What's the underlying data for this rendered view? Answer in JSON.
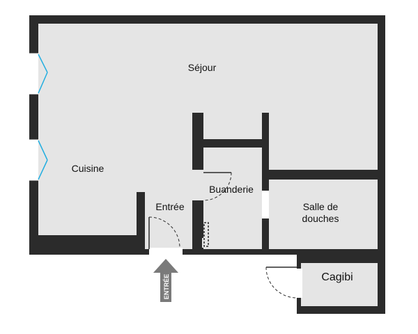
{
  "rooms": {
    "sejour": "Séjour",
    "cuisine": "Cuisine",
    "entree": "Entrée",
    "buanderie": "Buanderie",
    "salle_de_douches_line1": "Salle de",
    "salle_de_douches_line2": "douches",
    "cagibi": "Cagibi"
  },
  "entrance_arrow": {
    "label": "ENTRÉE"
  },
  "colors": {
    "floor": "#e5e5e5",
    "wall": "#2b2b2b",
    "window": "#22aee0",
    "arrow": "#7a7a7a"
  }
}
